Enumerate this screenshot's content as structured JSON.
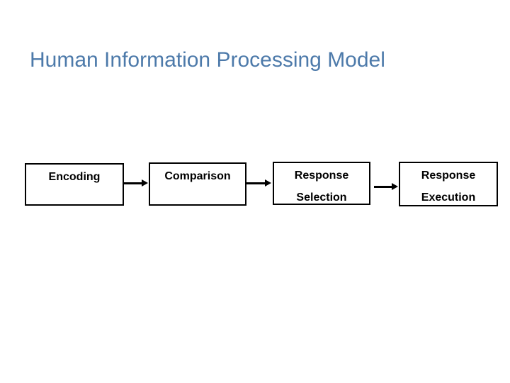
{
  "slide": {
    "title": "Human Information Processing Model",
    "title_color": "#4d7aaa",
    "background_color": "#ffffff",
    "box_border_color": "#000000",
    "box_text_color": "#000000",
    "connector_color": "#000000"
  },
  "diagram": {
    "type": "flowchart-left-to-right",
    "boxes": [
      {
        "id": "encoding",
        "lines": [
          "Encoding"
        ]
      },
      {
        "id": "comparison",
        "lines": [
          "Comparison"
        ]
      },
      {
        "id": "response-selection",
        "lines": [
          "Response",
          "Selection"
        ]
      },
      {
        "id": "response-execution",
        "lines": [
          "Response",
          "Execution"
        ]
      }
    ],
    "connectors": [
      {
        "from": "encoding",
        "to": "comparison",
        "style": "arrow-right"
      },
      {
        "from": "comparison",
        "to": "response-selection",
        "style": "arrow-right"
      },
      {
        "from": "response-selection",
        "to": "response-execution",
        "style": "arrow-right"
      }
    ]
  }
}
